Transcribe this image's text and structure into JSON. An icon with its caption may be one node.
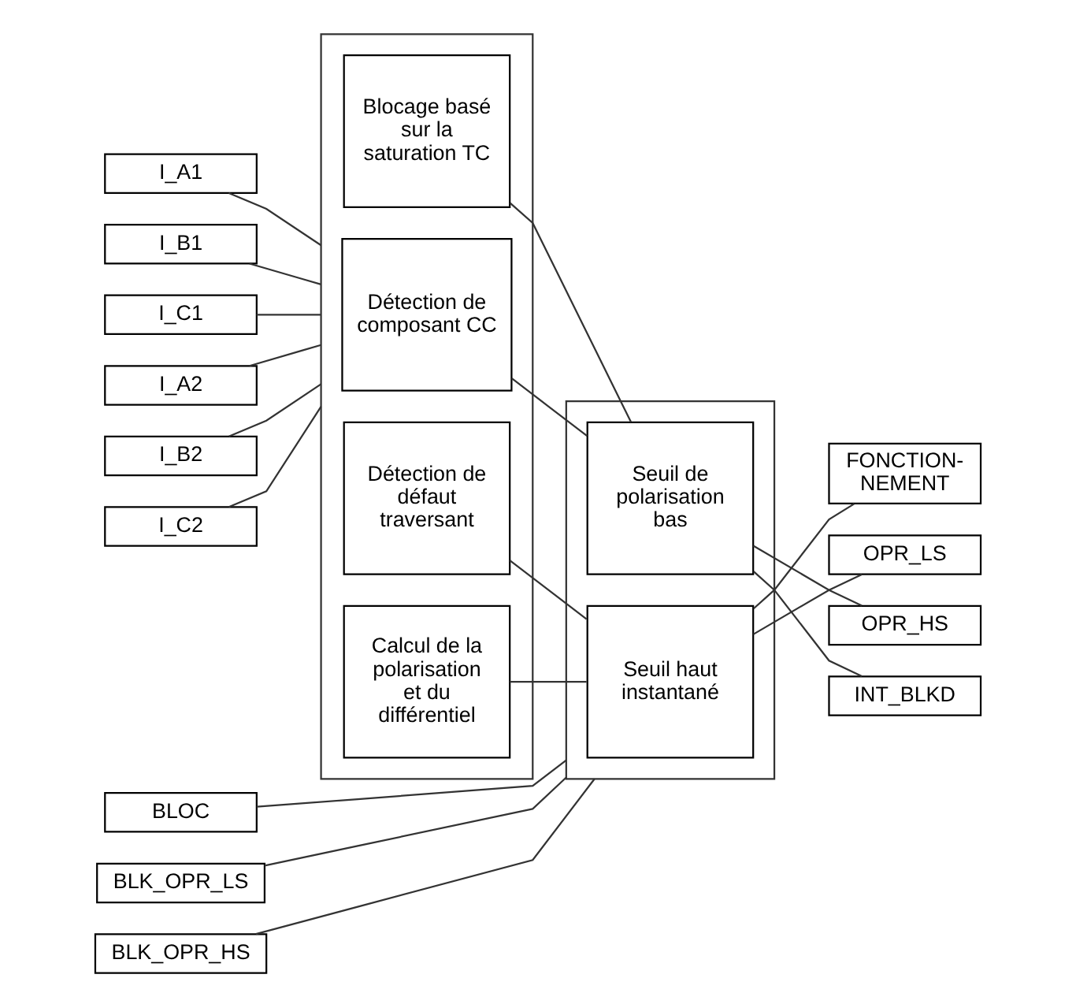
{
  "diagram": {
    "nodes": [
      {
        "text": [
          "I_A1"
        ]
      },
      {
        "text": [
          "I_B1"
        ]
      },
      {
        "text": [
          "I_C1"
        ]
      },
      {
        "text": [
          "I_A2"
        ]
      },
      {
        "text": [
          "I_B2"
        ]
      },
      {
        "text": [
          "I_C2"
        ]
      },
      {
        "text": [],
        "shape": "box"
      },
      {
        "text": [
          "Calcul de la polarisation et du différentiel"
        ],
        "in": 6
      },
      {
        "text": [
          "Détection de défaut traversant"
        ],
        "in": 6
      },
      {
        "text": [
          "Détection de composant CC"
        ],
        "in": 6
      },
      {
        "text": [
          "Blocage basé sur la saturation TC"
        ],
        "in": 6
      },
      {
        "text": [],
        "shape": "box"
      },
      {
        "text": [
          "Seuil haut instantané"
        ],
        "in": 11
      },
      {
        "text": [
          "Seuil de polarisation bas"
        ],
        "in": 11
      },
      {
        "text": [
          "FONCTION- NEMENT"
        ]
      },
      {
        "text": [
          "OPR_LS"
        ]
      },
      {
        "text": [
          "OPR_HS"
        ]
      },
      {
        "text": [
          "INT_BLKD"
        ]
      },
      {
        "text": [
          "BLOC"
        ]
      },
      {
        "text": [
          "BLK_OPR_LS"
        ]
      },
      {
        "text": [
          "BLK_OPR_HS"
        ]
      }
    ],
    "edges": [
      {
        "from": 0,
        "to": 6,
        "arrow": "none"
      },
      {
        "from": 1,
        "to": 6,
        "arrow": "none"
      },
      {
        "from": 2,
        "to": 6,
        "arrow": "none"
      },
      {
        "from": 3,
        "to": 6,
        "arrow": "none"
      },
      {
        "from": 4,
        "to": 6,
        "arrow": "none"
      },
      {
        "from": 5,
        "to": 6,
        "arrow": "none"
      },
      {
        "from": 7,
        "to": 12,
        "arrow": "none"
      },
      {
        "from": 8,
        "to": 12,
        "arrow": "none"
      },
      {
        "from": 9,
        "to": 13,
        "arrow": "none"
      },
      {
        "from": 10,
        "to": 13,
        "arrow": "none"
      },
      {
        "from": 12,
        "to": 14,
        "arrow": "none"
      },
      {
        "from": 12,
        "to": 15,
        "arrow": "none"
      },
      {
        "from": 13,
        "to": 16,
        "arrow": "none"
      },
      {
        "from": 13,
        "to": 17,
        "arrow": "none"
      },
      {
        "from": 18,
        "to": 11,
        "arrow": "none"
      },
      {
        "from": 19,
        "to": 11,
        "arrow": "none"
      },
      {
        "from": 20,
        "to": 11,
        "arrow": "none"
      }
    ]
  }
}
